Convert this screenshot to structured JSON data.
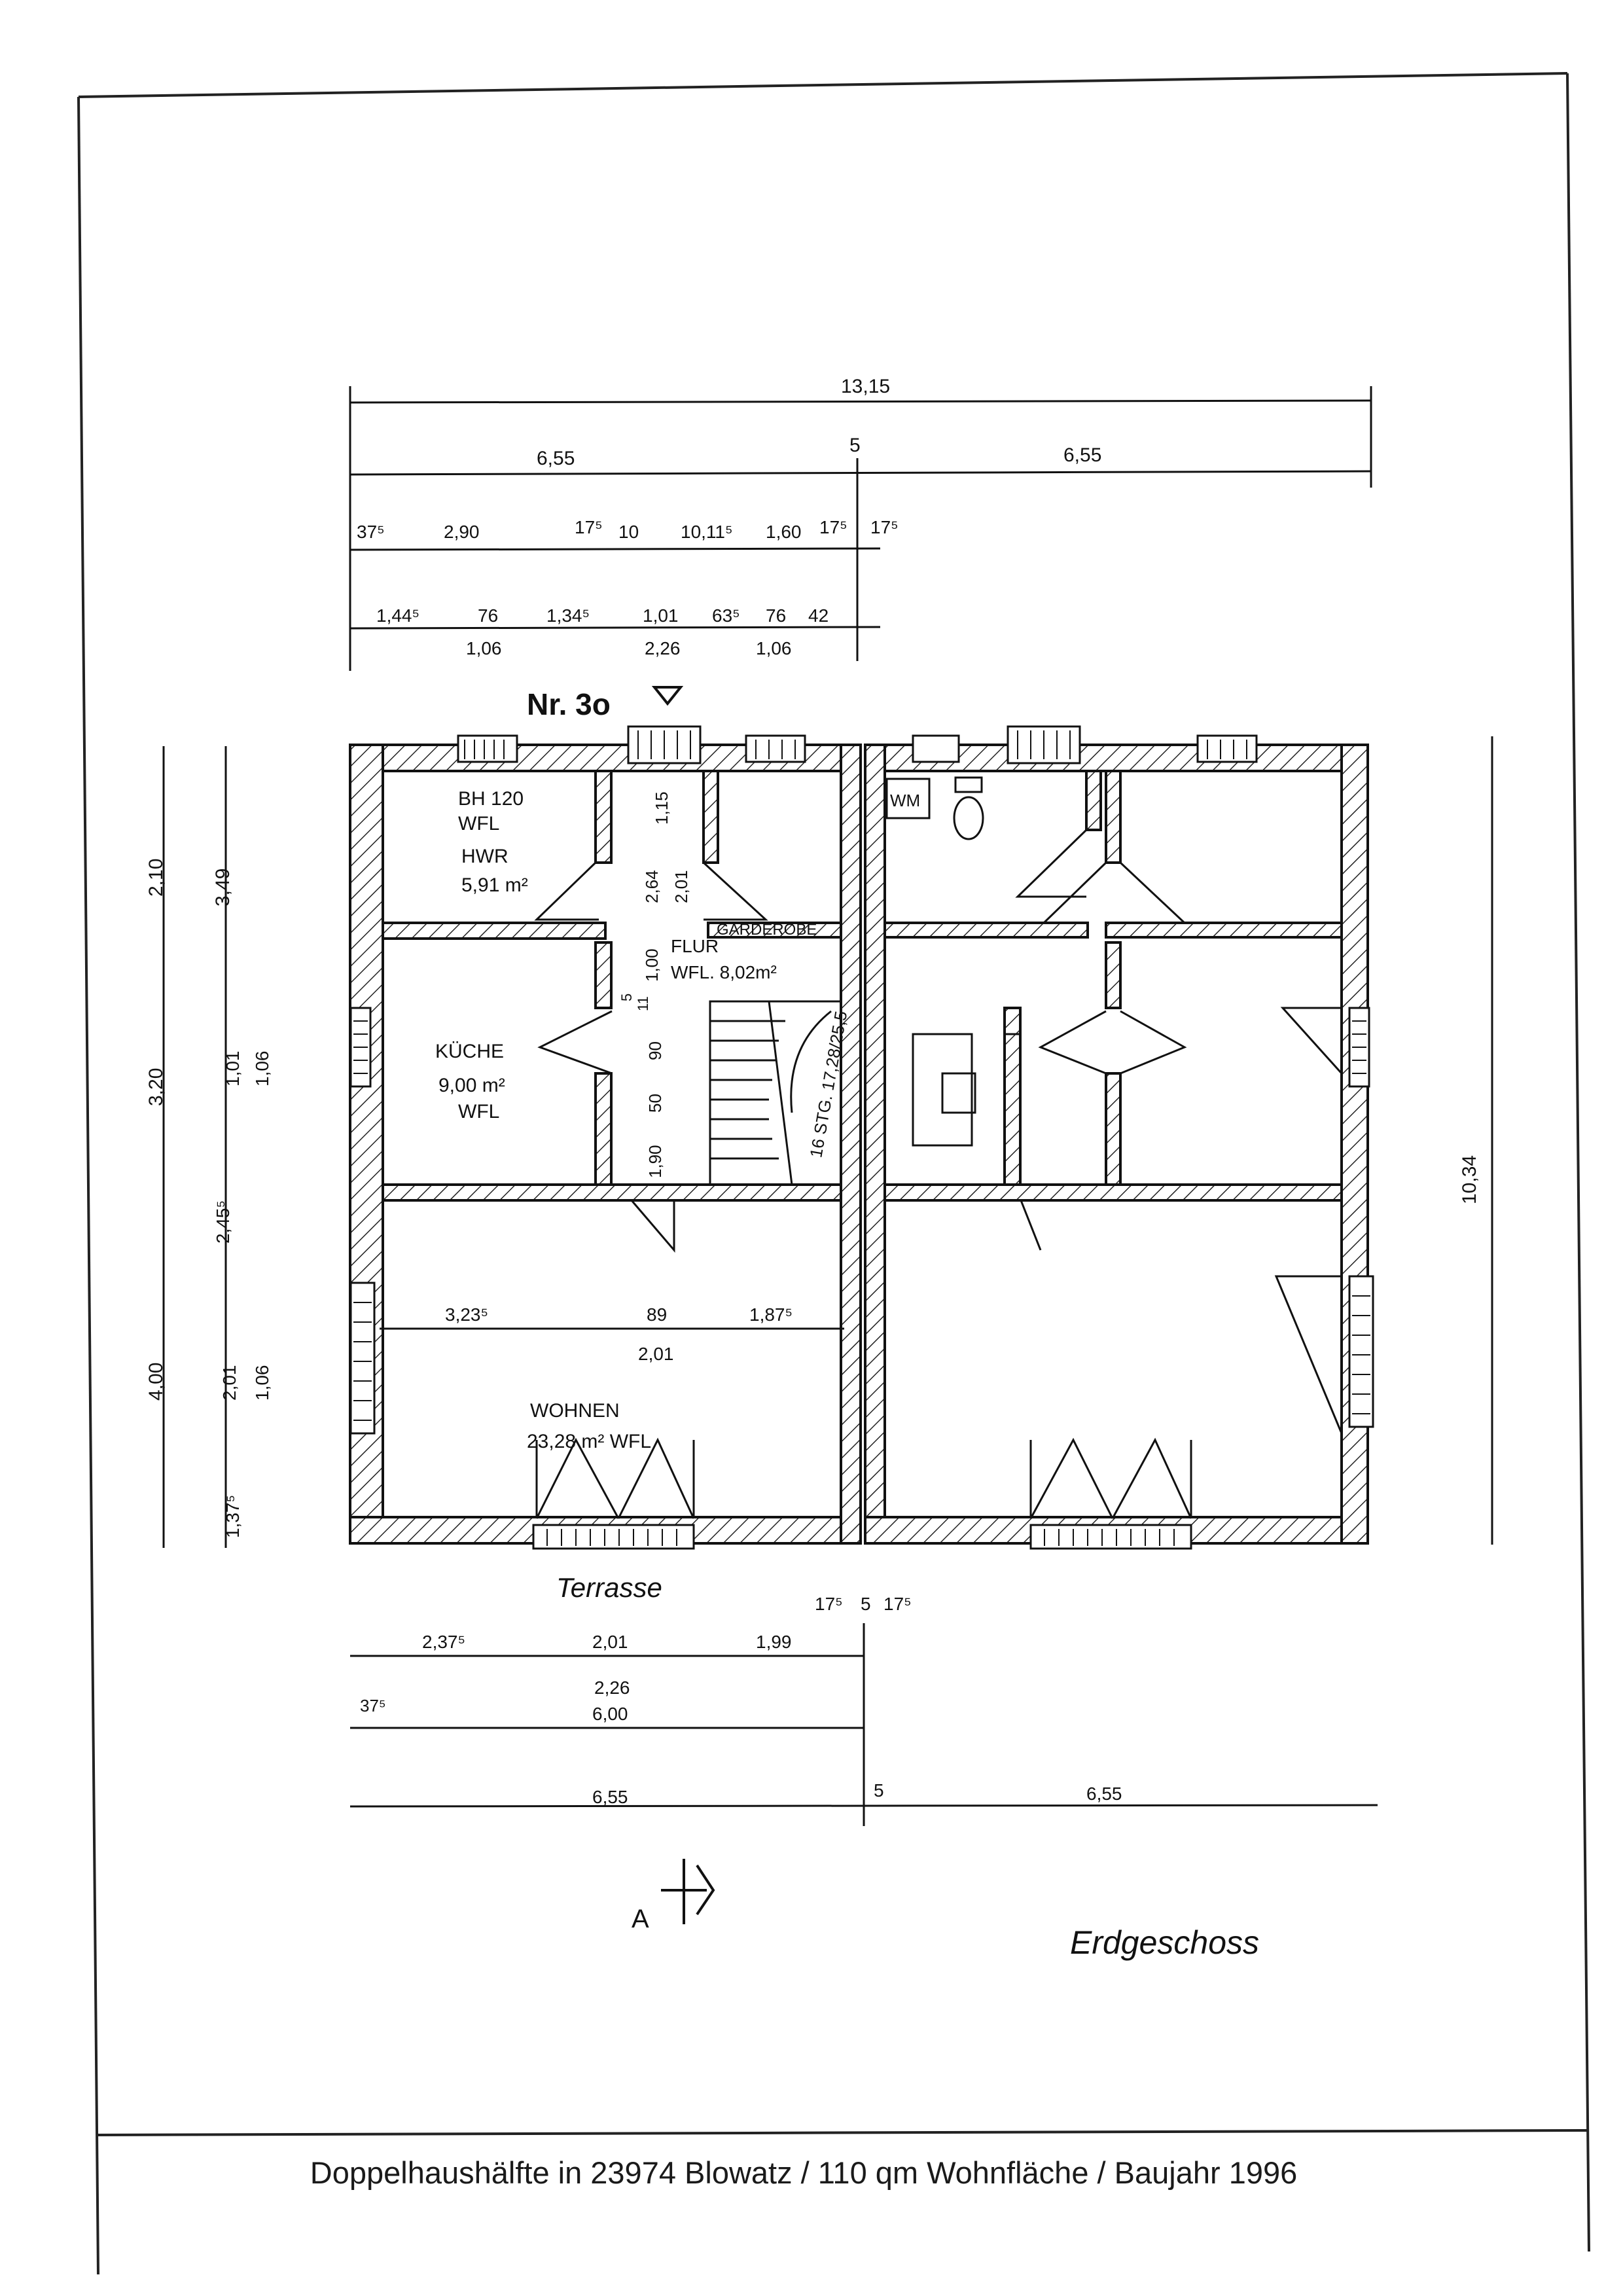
{
  "house_number": "Nr. 3o",
  "rooms": {
    "hwr": {
      "line1": "BH 120",
      "line2": "WFL",
      "line3": "HWR",
      "area": "5,91 m²"
    },
    "kueche": {
      "line1": "KÜCHE",
      "area": "9,00 m²",
      "line3": "WFL"
    },
    "flur": {
      "name": "FLUR",
      "garderobe": "GARDEROBE",
      "area": "WFL. 8,02m²"
    },
    "wohnen": {
      "name": "WOHNEN",
      "area": "23,28 m² WFL"
    },
    "wm": "WM",
    "stairs": "16 STG. 17,28/25,5"
  },
  "terrace": "Terrasse",
  "floor_name": "Erdgeschoss",
  "section_marker": "A",
  "footer": "Doppelhaushälfte in 23974 Blowatz / 110 qm Wohnfläche / Baujahr 1996",
  "dims": {
    "top_total": "13,15",
    "top_left": "6,55",
    "top_mid": "5",
    "top_right": "6,55",
    "row3": [
      "37⁵",
      "2,90",
      "17⁵",
      "10",
      "10,11⁵",
      "1,60",
      "17⁵",
      "17⁵"
    ],
    "row4": [
      "1,44⁵",
      "76",
      "1,34⁵",
      "1,01",
      "63⁵",
      "76",
      "42"
    ],
    "row4b": [
      "1,06",
      "2,26",
      "1,06"
    ],
    "left_outer": [
      "2,10",
      "3,20",
      "4,00"
    ],
    "left_inner": [
      "3,49",
      "1,01",
      "1,06",
      "2,45⁵",
      "2,01",
      "1,06",
      "1,37⁵"
    ],
    "right_total": "10,34",
    "interior_h": [
      "1,15",
      "2,01",
      "2,64",
      "1,00",
      "11",
      "5",
      "90",
      "50",
      "1,90"
    ],
    "wohnen_row": [
      "3,23⁵",
      "89",
      "1,87⁵",
      "2,01"
    ],
    "bottom1": [
      "2,37⁵",
      "2,01",
      "1,99",
      "17⁵",
      "5",
      "17⁵"
    ],
    "bottom2": [
      "2,26",
      "6,00",
      "37⁵"
    ],
    "bottom3": [
      "6,55",
      "5",
      "6,55"
    ]
  }
}
